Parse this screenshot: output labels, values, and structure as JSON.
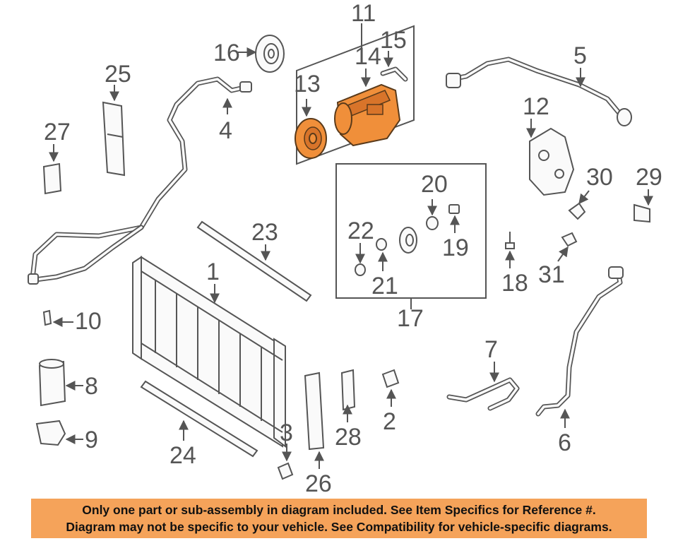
{
  "callouts": {
    "c1": "1",
    "c2": "2",
    "c3": "3",
    "c4": "4",
    "c5": "5",
    "c6": "6",
    "c7": "7",
    "c8": "8",
    "c9": "9",
    "c10": "10",
    "c11": "11",
    "c12": "12",
    "c13": "13",
    "c14": "14",
    "c15": "15",
    "c16": "16",
    "c17": "17",
    "c18": "18",
    "c19": "19",
    "c20": "20",
    "c21": "21",
    "c22": "22",
    "c23": "23",
    "c24": "24",
    "c25": "25",
    "c26": "26",
    "c27": "27",
    "c28": "28",
    "c29": "29",
    "c30": "30",
    "c31": "31"
  },
  "banner": {
    "line1": "Only one part or sub-assembly in diagram included. See Item Specifics for Reference #.",
    "line2": "Diagram may not be specific to your vehicle. See Compatibility for vehicle-specific diagrams."
  },
  "colors": {
    "highlight": "#f08f3a",
    "banner_bg": "#f5a35a",
    "line": "#555555"
  }
}
